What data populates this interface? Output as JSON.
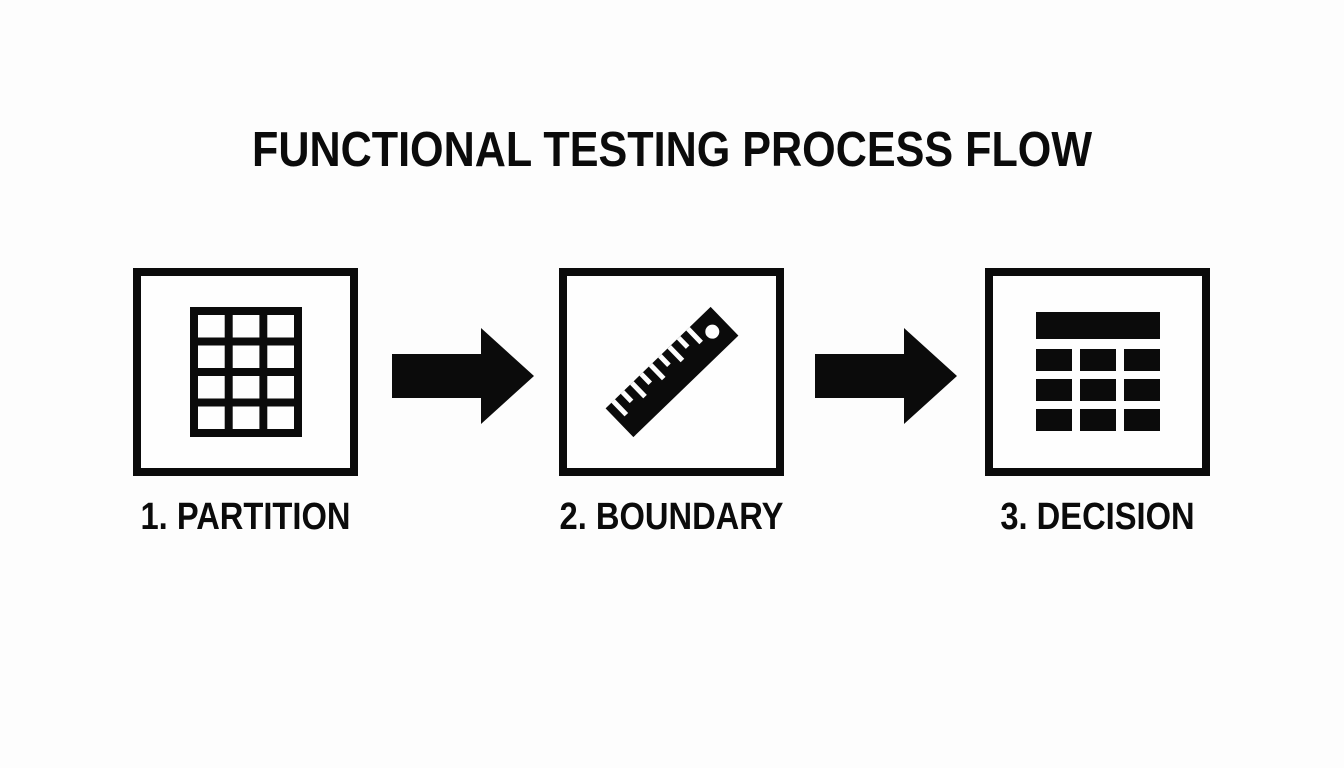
{
  "title": "FUNCTIONAL TESTING PROCESS FLOW",
  "colors": {
    "background": "#fdfdfd",
    "ink": "#0b0b0b",
    "box_fill": "#fefefe"
  },
  "steps": [
    {
      "label": "1. PARTITION",
      "icon": "partition-grid-icon"
    },
    {
      "label": "2. BOUNDARY",
      "icon": "boundary-ruler-icon"
    },
    {
      "label": "3. DECISION",
      "icon": "decision-table-icon"
    }
  ],
  "connector": {
    "icon": "arrow-right-icon",
    "count": 2
  }
}
